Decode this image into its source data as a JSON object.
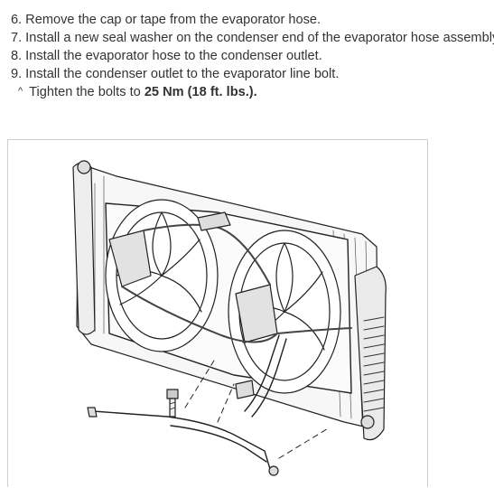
{
  "instructions": {
    "steps": [
      {
        "number": "6.",
        "text": "Remove the cap or tape from the evaporator hose."
      },
      {
        "number": "7.",
        "text": "Install a new seal washer on the condenser end of the evaporator hose assembly."
      },
      {
        "number": "8.",
        "text": "Install the evaporator hose to the condenser outlet."
      },
      {
        "number": "9.",
        "text": "Install the condenser outlet to the evaporator line bolt."
      }
    ],
    "substep": {
      "bullet": "^",
      "text": "Tighten the bolts to ",
      "torque": "25 Nm (18 ft. lbs.)."
    }
  },
  "figure": {
    "subject": "radiator-fan-condenser-line-illustration"
  }
}
